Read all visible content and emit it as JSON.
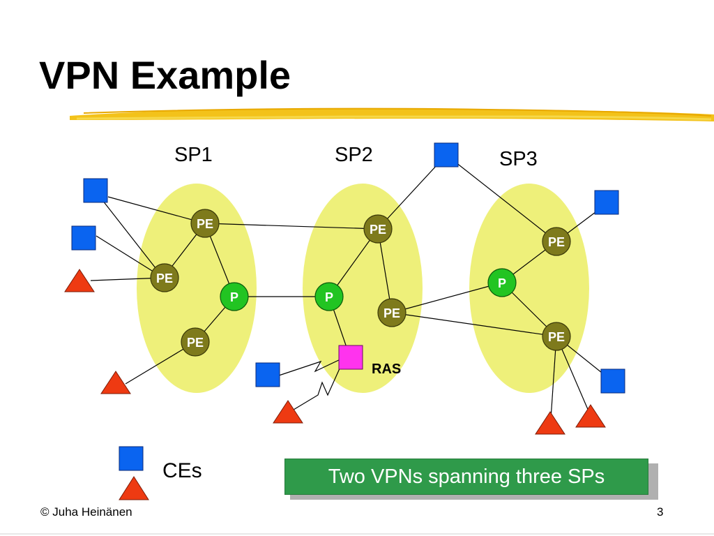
{
  "title": "VPN Example",
  "providers": [
    {
      "label": "SP1"
    },
    {
      "label": "SP2"
    },
    {
      "label": "SP3"
    }
  ],
  "nodes": {
    "pe_label": "PE",
    "p_label": "P",
    "ras_label": "RAS"
  },
  "legend": {
    "label": "CEs"
  },
  "callout": {
    "text": "Two VPNs spanning three SPs"
  },
  "footer": {
    "author": "© Juha Heinänen",
    "page_number": "3"
  },
  "colors": {
    "oval": "#eef07a",
    "pe": "#7e7a1c",
    "p": "#22c422",
    "ce_square": "#0a64f0",
    "ce_triangle": "#ee3a12",
    "ras": "#ff33ee",
    "callout": "#2f9a4a"
  }
}
